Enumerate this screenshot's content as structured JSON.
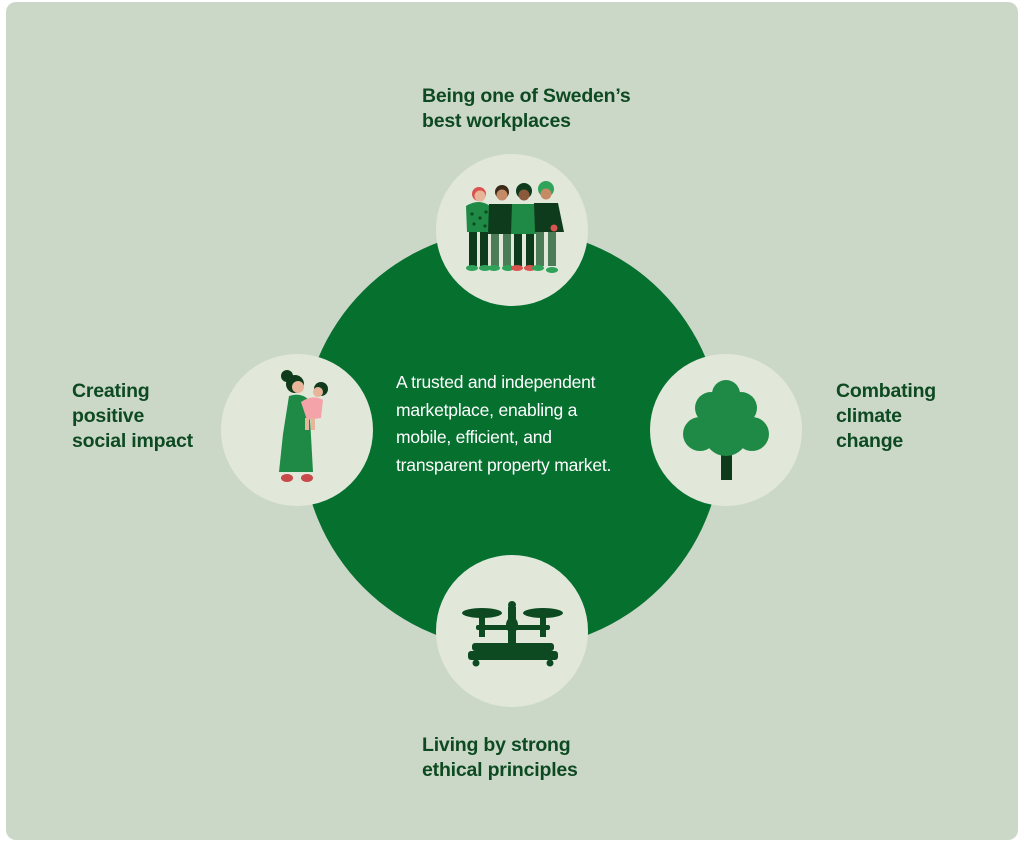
{
  "center": {
    "lines": [
      "A trusted and independent",
      "marketplace, enabling a",
      "mobile, efficient, and",
      "transparent property market."
    ]
  },
  "pillars": {
    "top": {
      "lines": [
        "Being one of Sweden’s",
        "best workplaces"
      ],
      "icon": "group-of-people-icon"
    },
    "right": {
      "lines": [
        "Combating",
        "climate",
        "change"
      ],
      "icon": "tree-icon"
    },
    "bottom": {
      "lines": [
        "Living by strong",
        "ethical principles"
      ],
      "icon": "balance-scale-icon"
    },
    "left": {
      "lines": [
        "Creating",
        "positive",
        "social impact"
      ],
      "icon": "mother-and-child-icon"
    }
  },
  "colors": {
    "background": "#ccd8c7",
    "center_circle": "#06702f",
    "icon_circle": "#e1e8da",
    "label_text": "#0d4a22",
    "center_text": "#ffffff"
  }
}
